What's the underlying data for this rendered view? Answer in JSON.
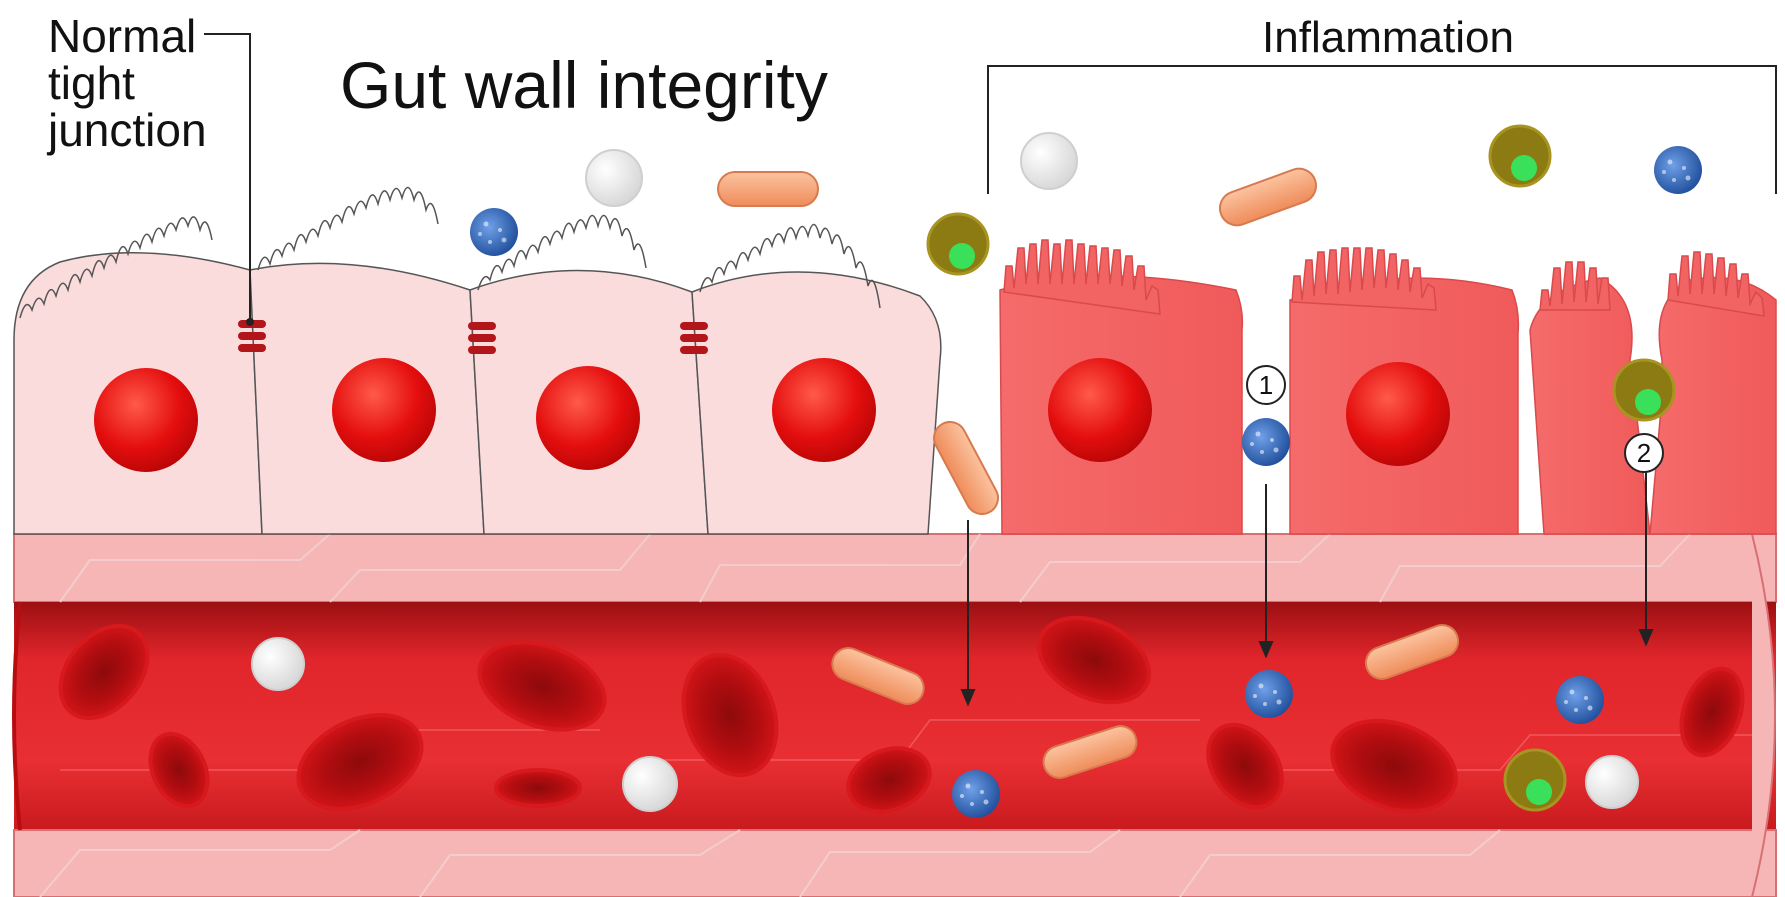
{
  "title": "Gut wall integrity",
  "labels": {
    "normal_line1": "Normal",
    "normal_line2": "tight",
    "normal_line3": "junction",
    "inflammation": "Inflammation"
  },
  "markers": {
    "route1": "1",
    "route2": "2"
  },
  "icons": {
    "bacterium": "capsule-shaped orange bacterium",
    "coccus": "blue spotted coccus",
    "immune_cell": "olive cell with green nucleus",
    "white_cell": "white blood cell",
    "red_cell": "red blood cell"
  },
  "colors": {
    "healthy_cell": "#fbd9d9",
    "inflamed_cell": "#f26a6a",
    "nucleus": "#e00f0f",
    "vessel_wall": "#f7b7b7",
    "vessel_lumen": "#e4272c",
    "rbc": "#b80d10",
    "bacterium": "#f7a576",
    "coccus": "#2f68b8",
    "immune_outer": "#8c7a12",
    "immune_inner": "#3be05a"
  }
}
